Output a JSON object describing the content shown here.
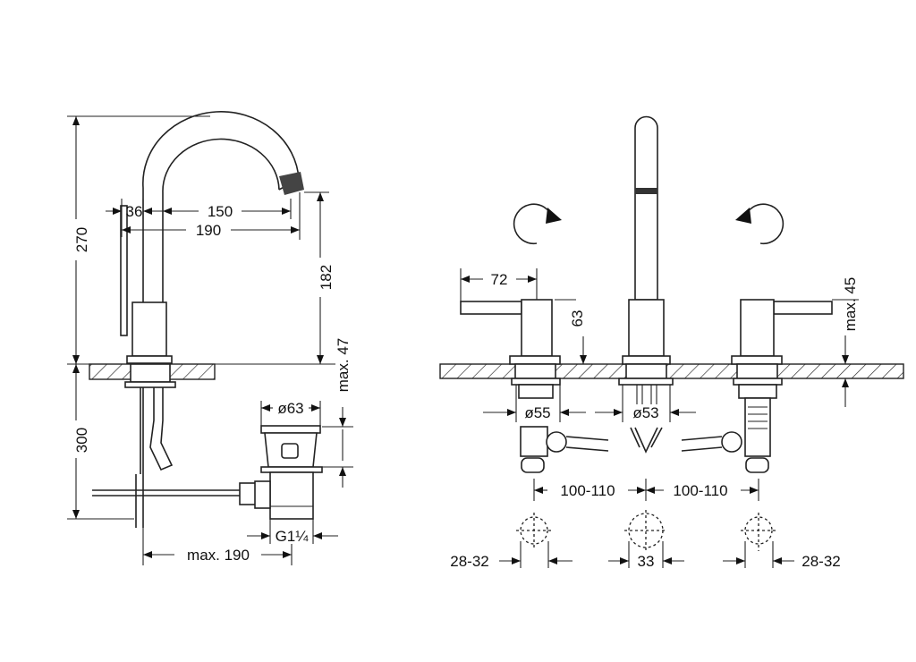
{
  "left_view": {
    "height_total": "270",
    "offset_lever": "36",
    "spout_reach": "150",
    "overall_reach": "190",
    "spout_height": "182",
    "max_deck": "max. 47",
    "below_deck": "300",
    "drain_diameter": "ø63",
    "drain_thread": "G1¼",
    "rod_length": "max. 190"
  },
  "right_view": {
    "handle_length": "72",
    "handle_height": "63",
    "max_deck": "max. 45",
    "valve_diameter": "ø55",
    "spout_diameter": "ø53",
    "spacing_left": "100-110",
    "spacing_right": "100-110",
    "hole_left": "28-32",
    "hole_center": "33",
    "hole_right": "28-32"
  },
  "colors": {
    "line": "#222222",
    "background": "#ffffff"
  }
}
